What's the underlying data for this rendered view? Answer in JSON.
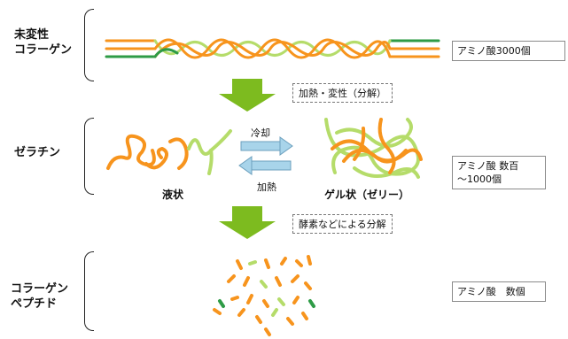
{
  "stages": {
    "native": {
      "line1": "未変性",
      "line2": "コラーゲン",
      "amino_count": "アミノ酸3000個"
    },
    "gelatin": {
      "label": "ゼラチン",
      "amino_count_line1": "アミノ酸 数百",
      "amino_count_line2": "～1000個"
    },
    "peptide": {
      "line1": "コラーゲン",
      "line2": "ペプチド",
      "amino_count": "アミノ酸　数個"
    }
  },
  "processes": {
    "heat_denature": "加熱・変性（分解）",
    "enzyme_decompose": "酵素などによる分解"
  },
  "transitions": {
    "cool": "冷却",
    "heat": "加熱"
  },
  "states": {
    "liquid": "液状",
    "gel": "ゲル状（ゼリー）"
  },
  "colors": {
    "orange": "#f7941d",
    "light_green": "#b5dc6a",
    "dark_green": "#2e9b46",
    "arrow_green": "#7dbb1f",
    "arrow_blue": "#a8d4ea"
  }
}
